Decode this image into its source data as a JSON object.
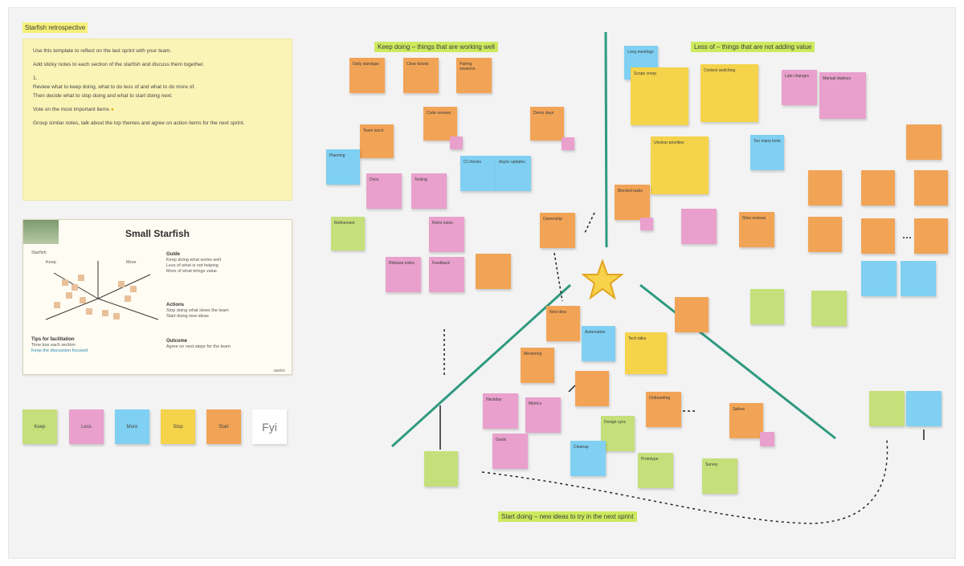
{
  "board": {
    "header": "Starfish retrospective",
    "instructions": {
      "p1": "Use this template to reflect on the last sprint with your team.",
      "p2": "Add sticky notes to each section of the starfish and discuss them together.",
      "p3a": "1.",
      "p3b": "Review what to keep doing, what to do less of and what to do more of.",
      "p3c": "Then decide what to stop doing and what to start doing next.",
      "p4": "Vote on the most important items",
      "p5": "Group similar notes, talk about the top themes and agree on action items for the next sprint."
    },
    "template": {
      "title": "Small Starfish",
      "left_heading": "Starfish",
      "legend": {
        "a": "Keep",
        "b": "More"
      },
      "sec1_title": "Guide",
      "sec1_lines": [
        "Keep doing what works well",
        "Less of what is not helping",
        "More of what brings value"
      ],
      "sec2_title": "Actions",
      "sec2_lines": [
        "Stop doing what slows the team",
        "Start doing new ideas"
      ],
      "sec3_title": "Outcome",
      "sec3_lines": [
        "Agree on next steps for the team"
      ],
      "bottom_title": "Tips for facilitation",
      "bottom_lines": [
        "Time box each section",
        "Keep the discussion focused"
      ],
      "footer": "starfish"
    },
    "swatches": [
      "Keep",
      "Less",
      "More",
      "Stop",
      "Start",
      "Fyi"
    ],
    "section_titles": {
      "top_left": "Keep doing – things that are working well",
      "top_right": "Less of – things that are not adding value",
      "bottom": "Start doing – new ideas to try in the next sprint"
    },
    "notes": [
      "Daily standups",
      "Clear tickets",
      "Pairing sessions",
      "Code reviews",
      "Demo days",
      "Team lunch",
      "Planning",
      "Docs",
      "Testing",
      "CI checks",
      "Async updates",
      "Refinement",
      "Retro notes",
      "Ownership",
      "Release notes",
      "Feedback",
      "Long meetings",
      "Scope creep",
      "Context switching",
      "Late changes",
      "Manual deploys",
      "Unclear priorities",
      "Too many tools",
      "Blocked tasks",
      "Slow reviews",
      "New idea",
      "Automation",
      "Tech talks",
      "Mentoring",
      "Hackday",
      "Metrics",
      "Onboarding",
      "Design sync",
      "Spikes",
      "Goals",
      "Cleanup",
      "Prototype",
      "Survey"
    ],
    "colors": {
      "orange": "#f2a456",
      "pink": "#e9a0cc",
      "blue": "#7fd0f2",
      "yellow": "#f5d34a",
      "green": "#c5e07a",
      "line": "#2f9a80"
    },
    "star_icon": "star-icon"
  }
}
